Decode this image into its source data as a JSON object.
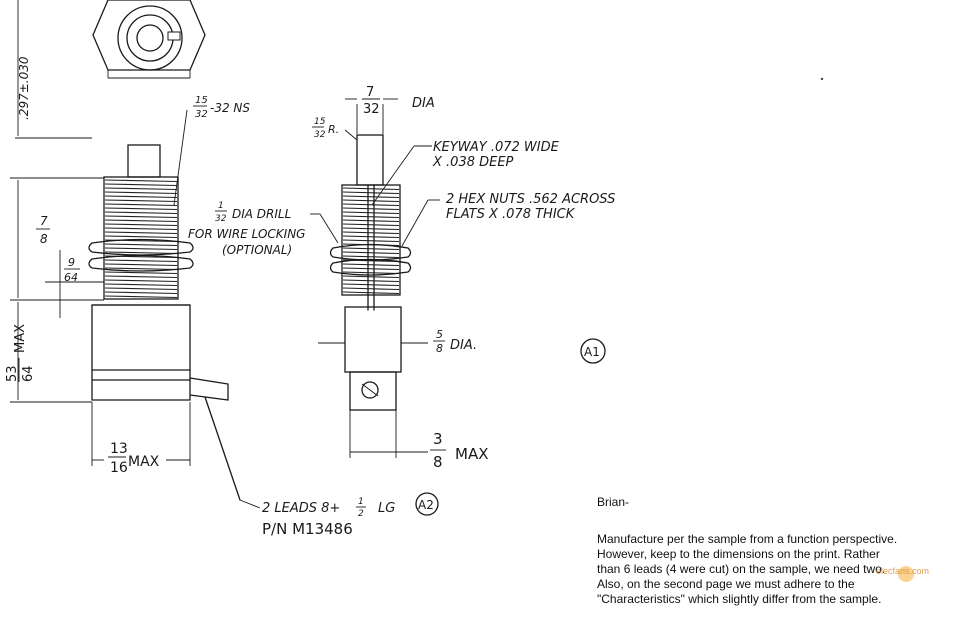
{
  "drawing": {
    "labels": {
      "dim_297": ".297±.030",
      "thread_num": "15",
      "thread_den": "32",
      "thread_suffix": "-32 NS",
      "seven": "7",
      "eighths": "8",
      "nine": "9",
      "sixty_four": "64",
      "fifty_three": "53",
      "max_vertical": "MAX",
      "thirteen": "13",
      "sixteen": "16",
      "max_13_16": "MAX",
      "dia_7_32": "DIA",
      "r_num": "15",
      "r_den": "32",
      "r_suffix": "R.",
      "keyway_1": "KEYWAY .072 WIDE",
      "keyway_2": "X .038 DEEP",
      "hex_1": "2 HEX NUTS .562 ACROSS",
      "hex_2": "FLATS X .078 THICK",
      "drill_num": "1",
      "drill_den": "32",
      "drill_text": "DIA DRILL",
      "wire_locking": "FOR WIRE LOCKING",
      "optional": "(OPTIONAL)",
      "dia_5_8_num": "5",
      "dia_5_8_den": "8",
      "dia_5_8_suffix": "DIA.",
      "three": "3",
      "eight": "8",
      "max_3_8": "MAX",
      "leads": "2 LEADS 8+",
      "leads_frac_num": "1",
      "leads_frac_den": "2",
      "leads_lg": "LG",
      "part_number": "P/N  M13486",
      "callout_a1": "A1",
      "callout_a2": "A2"
    }
  },
  "note": {
    "greeting": "Brian-",
    "lines": [
      "Manufacture per the sample from a function perspective.",
      "However, keep to the dimensions on the print. Rather",
      "than 6 leads (4 were cut) on the sample, we need two.",
      "Also, on the second page we must adhere to the",
      "\"Characteristics\" which slightly differ from the sample."
    ]
  },
  "watermark": {
    "text": "elecfans.com"
  }
}
